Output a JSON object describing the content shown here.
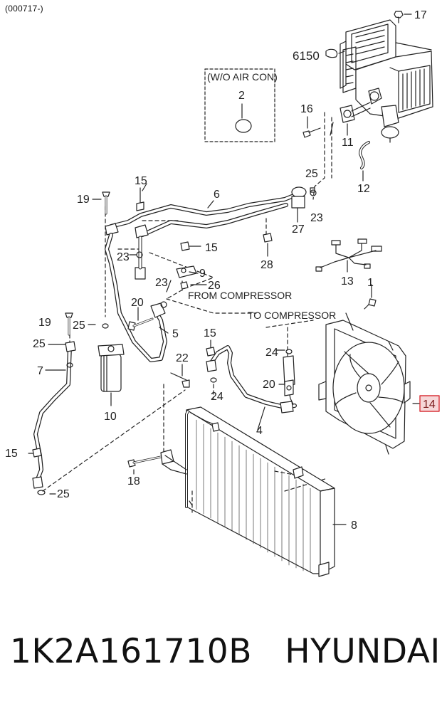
{
  "header": {
    "code": "(000717-)"
  },
  "wo_air_con": {
    "label": "(W/O AIR CON)"
  },
  "labels": {
    "from_compressor": "FROM COMPRESSOR",
    "to_compressor": "TO COMPRESSOR"
  },
  "callouts": {
    "c17": "17",
    "c6150": "6150",
    "c2": "2",
    "c16": "16",
    "c11": "11",
    "c12": "12",
    "c25a": "25",
    "c23a": "23",
    "c27": "27",
    "c6": "6",
    "c15a": "15",
    "c19a": "19",
    "c23b": "23",
    "c15b": "15",
    "c9": "9",
    "c28": "28",
    "c13": "13",
    "c23c": "23",
    "c26": "26",
    "c20a": "20",
    "c1": "1",
    "c19b": "19",
    "c25b": "25",
    "c5": "5",
    "c25c": "25",
    "c7": "7",
    "c10": "10",
    "c22": "22",
    "c15c": "15",
    "c24a": "24",
    "c20b": "20",
    "c24b": "24",
    "c4": "4",
    "c14": "14",
    "c15d": "15",
    "c18": "18",
    "c25d": "25",
    "c8": "8"
  },
  "highlight": {
    "color": "#d9343a",
    "part": "14"
  },
  "footer": {
    "part_number": "1K2A161710B",
    "brand": "HYUNDAI"
  }
}
